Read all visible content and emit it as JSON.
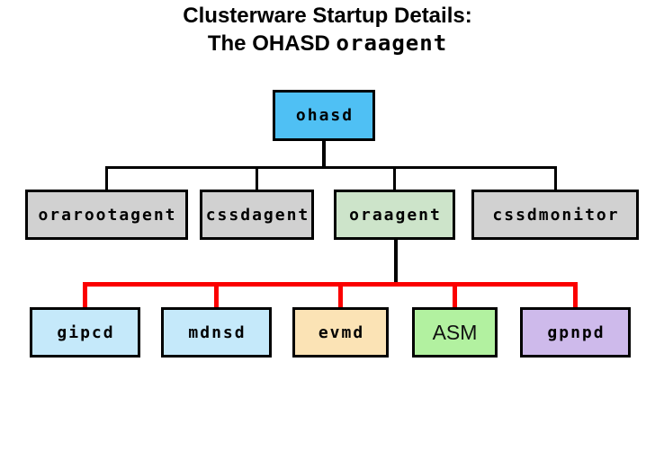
{
  "title": {
    "line1": "Clusterware Startup Details:",
    "line2_prefix": "The OHASD ",
    "line2_mono": "oraagent"
  },
  "colors": {
    "background": "#FFFFFF",
    "box_border": "#000000",
    "connector_black": "#000000",
    "connector_red": "#FB0000",
    "ohasd_fill": "#4FC0F4",
    "gray_fill": "#D1D1D1",
    "oraagent_fill": "#CDE4CA",
    "lightblue_fill": "#C5E9FA",
    "orange_fill": "#FBE3B5",
    "green_fill": "#B2F1A0",
    "purple_fill": "#CEBAEB"
  },
  "nodes": {
    "root": {
      "label": "ohasd"
    },
    "level2": [
      {
        "label": "orarootagent"
      },
      {
        "label": "cssdagent"
      },
      {
        "label": "oraagent"
      },
      {
        "label": "cssdmonitor"
      }
    ],
    "level3": [
      {
        "label": "gipcd"
      },
      {
        "label": "mdnsd"
      },
      {
        "label": "evmd"
      },
      {
        "label": "ASM"
      },
      {
        "label": "gpnpd"
      }
    ]
  }
}
